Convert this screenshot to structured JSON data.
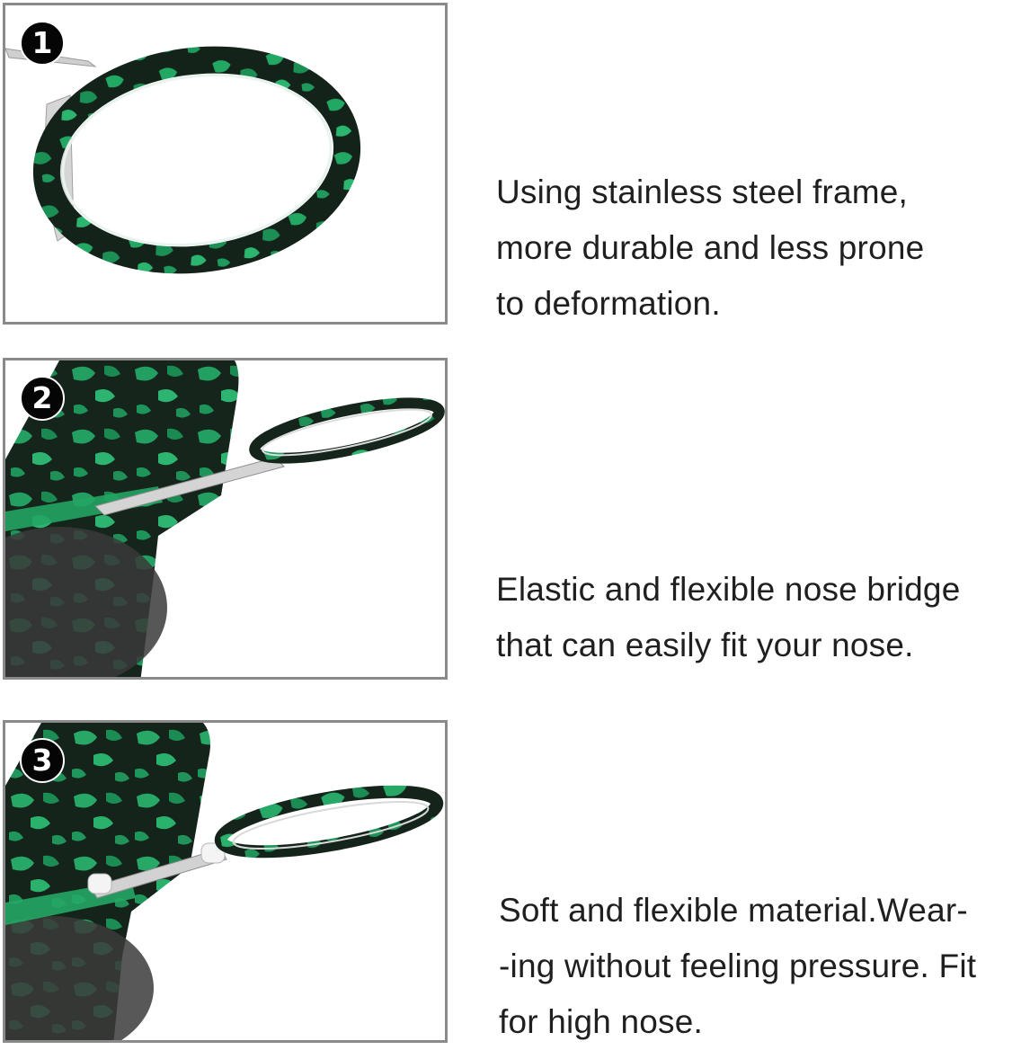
{
  "features": [
    {
      "badge": "1",
      "image_alt": "green tortoise ring frame",
      "lines": [
        "Using stainless steel frame,",
        "more durable and less prone",
        "to deformation."
      ]
    },
    {
      "badge": "2",
      "image_alt": "nose bridge on case",
      "lines": [
        "Elastic and flexible nose bridge",
        "that can easily fit your nose."
      ]
    },
    {
      "badge": "3",
      "image_alt": "soft nose pad",
      "lines": [
        "Soft and flexible material.Wear-",
        "-ing without feeling pressure. Fit",
        "for high nose."
      ]
    }
  ],
  "colors": {
    "frame_green": "#1f9a5c",
    "frame_dark": "#122019",
    "panel_border": "#8a8a8a",
    "steel": "#c9c9c9"
  }
}
